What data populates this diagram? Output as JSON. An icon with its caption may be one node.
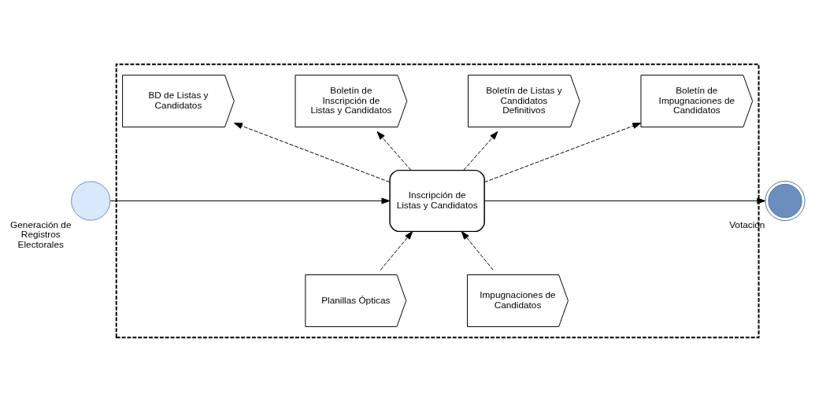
{
  "diagram": {
    "nodes": [
      {
        "text": [],
        "shape": "box"
      },
      {
        "text": [
          "Generación de Registros Electorales"
        ]
      },
      {
        "text": [
          "BD de Listas y Candidatos"
        ],
        "in": 0
      },
      {
        "text": [
          "Boletín de Inscripción de Listas y Candidatos"
        ],
        "in": 0
      },
      {
        "text": [
          "Boletín de Listas y Candidatos Definitivos"
        ],
        "in": 0
      },
      {
        "text": [
          "Boletín de Impugnaciones de Candidatos"
        ],
        "in": 0
      },
      {
        "text": [
          "Inscripción de Listas y Candidatos"
        ],
        "in": 0
      },
      {
        "text": [
          "Impugnaciones de Candidatos"
        ],
        "in": 0
      },
      {
        "text": [
          "Planillas Ópticas"
        ],
        "in": 0
      },
      {
        "text": [
          "Votación"
        ]
      }
    ],
    "edges": [
      {
        "from": 1,
        "to": 6,
        "arrow": "to"
      },
      {
        "from": 6,
        "to": 9,
        "arrow": "to"
      },
      {
        "from": 6,
        "to": 2,
        "arrow": "to",
        "style": "dashed"
      },
      {
        "from": 6,
        "to": 3,
        "arrow": "to",
        "style": "dashed"
      },
      {
        "from": 6,
        "to": 4,
        "arrow": "to",
        "style": "dashed"
      },
      {
        "from": 6,
        "to": 5,
        "arrow": "to",
        "style": "dashed"
      },
      {
        "from": 7,
        "to": 6,
        "arrow": "to",
        "style": "dashed"
      },
      {
        "from": 8,
        "to": 6,
        "arrow": "to",
        "style": "dashed"
      }
    ]
  }
}
